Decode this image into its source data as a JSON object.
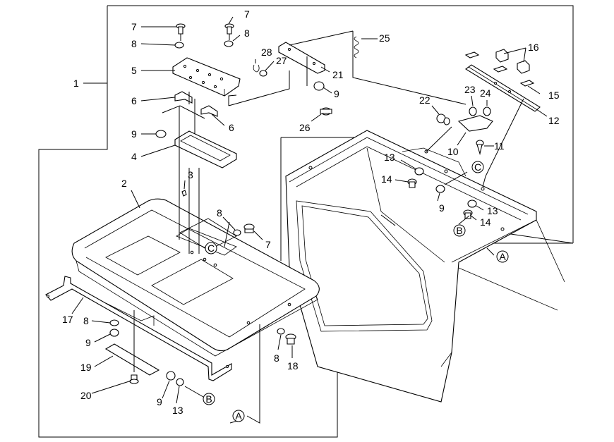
{
  "labels": {
    "n1": "1",
    "n2": "2",
    "n3": "3",
    "n4": "4",
    "n5": "5",
    "n6a": "6",
    "n6b": "6",
    "n7a": "7",
    "n7b": "7",
    "n7c": "7",
    "n8a": "8",
    "n8b": "8",
    "n8c": "8",
    "n8d": "8",
    "n8e": "8",
    "n9a": "9",
    "n9b": "9",
    "n9c": "9",
    "n9d": "9",
    "n9e": "9",
    "n10": "10",
    "n11": "11",
    "n12": "12",
    "n13a": "13",
    "n13b": "13",
    "n13c": "13",
    "n14a": "14",
    "n14b": "14",
    "n15": "15",
    "n16": "16",
    "n17": "17",
    "n18": "18",
    "n19": "19",
    "n20": "20",
    "n21": "21",
    "n22": "22",
    "n23": "23",
    "n24": "24",
    "n25": "25",
    "n26": "26",
    "n27": "27",
    "n28": "28"
  },
  "refs": {
    "a1": "A",
    "a2": "A",
    "b1": "B",
    "b2": "B",
    "c1": "C",
    "c2": "C"
  }
}
